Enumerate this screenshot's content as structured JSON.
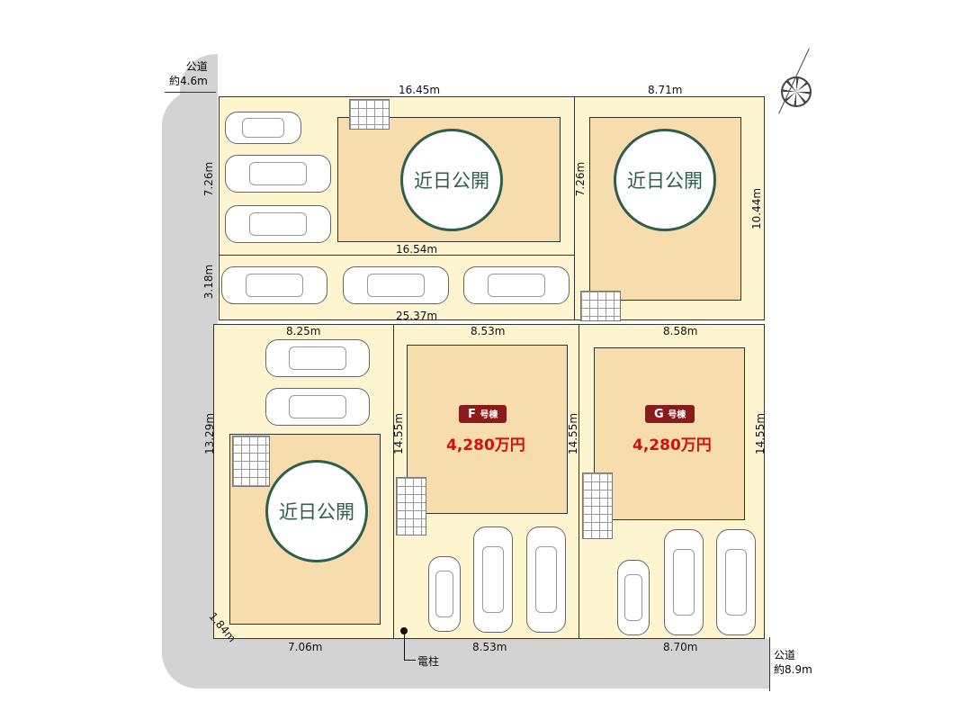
{
  "roads": {
    "top_left": {
      "label": "公道",
      "width": "約4.6m"
    },
    "bottom_right": {
      "label": "公道",
      "width": "約8.9m"
    }
  },
  "lots": [
    {
      "id": "top-left",
      "status": "近日公開"
    },
    {
      "id": "top-right",
      "status": "近日公開"
    },
    {
      "id": "bottom-left",
      "status": "近日公開"
    },
    {
      "id": "F",
      "badge_letter": "F",
      "badge_suffix": "号棟",
      "price": "4,280万円"
    },
    {
      "id": "G",
      "badge_letter": "G",
      "badge_suffix": "号棟",
      "price": "4,280万円"
    }
  ],
  "dimensions": {
    "d1": "16.45m",
    "d2": "8.71m",
    "d3": "7.26m",
    "d4": "7.26m",
    "d5": "10.44m",
    "d6": "16.54m",
    "d7": "3.18m",
    "d8": "25.37m",
    "d9": "8.25m",
    "d10": "8.53m",
    "d11": "8.58m",
    "d12": "13.29m",
    "d13": "14.55m",
    "d14": "14.55m",
    "d15": "14.55m",
    "d16": "1.84m",
    "d17": "7.06m",
    "d18": "8.53m",
    "d19": "8.70m"
  },
  "utility_pole": "電柱",
  "colors": {
    "lot": "#fdf5cf",
    "house": "#f7dcae",
    "circle": "#2f5e4a",
    "badge": "#8b1a1a",
    "price": "#d40f0f",
    "road": "#d3d3d3"
  }
}
